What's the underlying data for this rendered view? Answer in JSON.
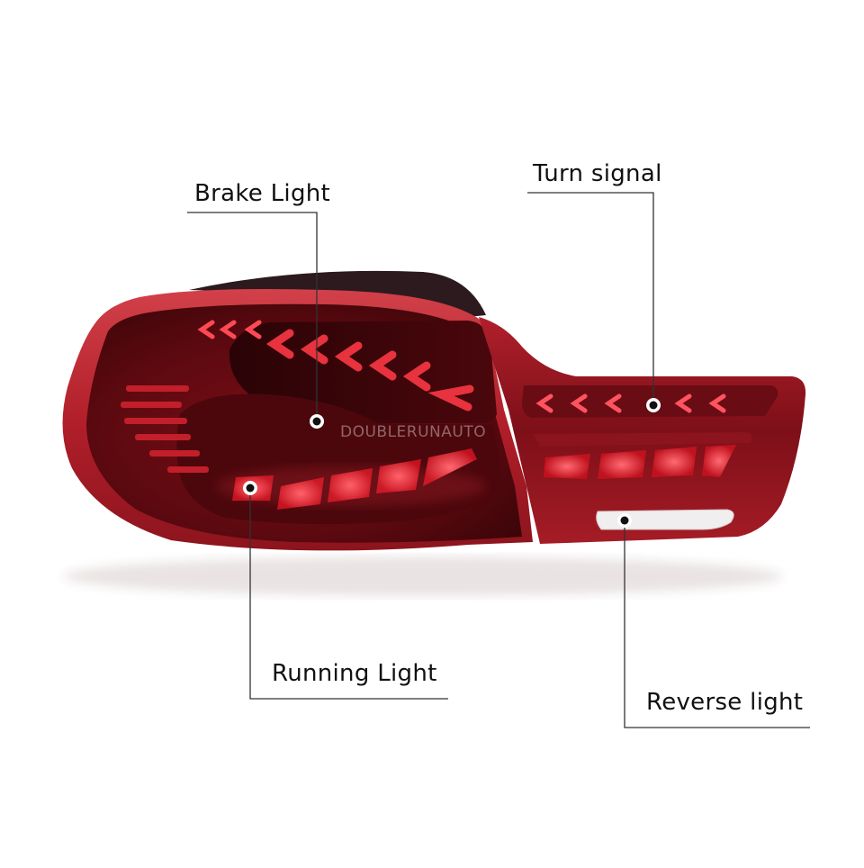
{
  "callouts": {
    "brake": "Brake Light",
    "turn": "Turn signal",
    "running": "Running Light",
    "reverse": "Reverse light"
  },
  "watermark": "DOUBLERUNAUTO",
  "colors": {
    "lens_dark": "#5e0a10",
    "lens_mid": "#9a1620",
    "lens_light": "#c42a33",
    "led_glow": "#ff3b4a",
    "line": "#333333",
    "dot": "#111111"
  }
}
